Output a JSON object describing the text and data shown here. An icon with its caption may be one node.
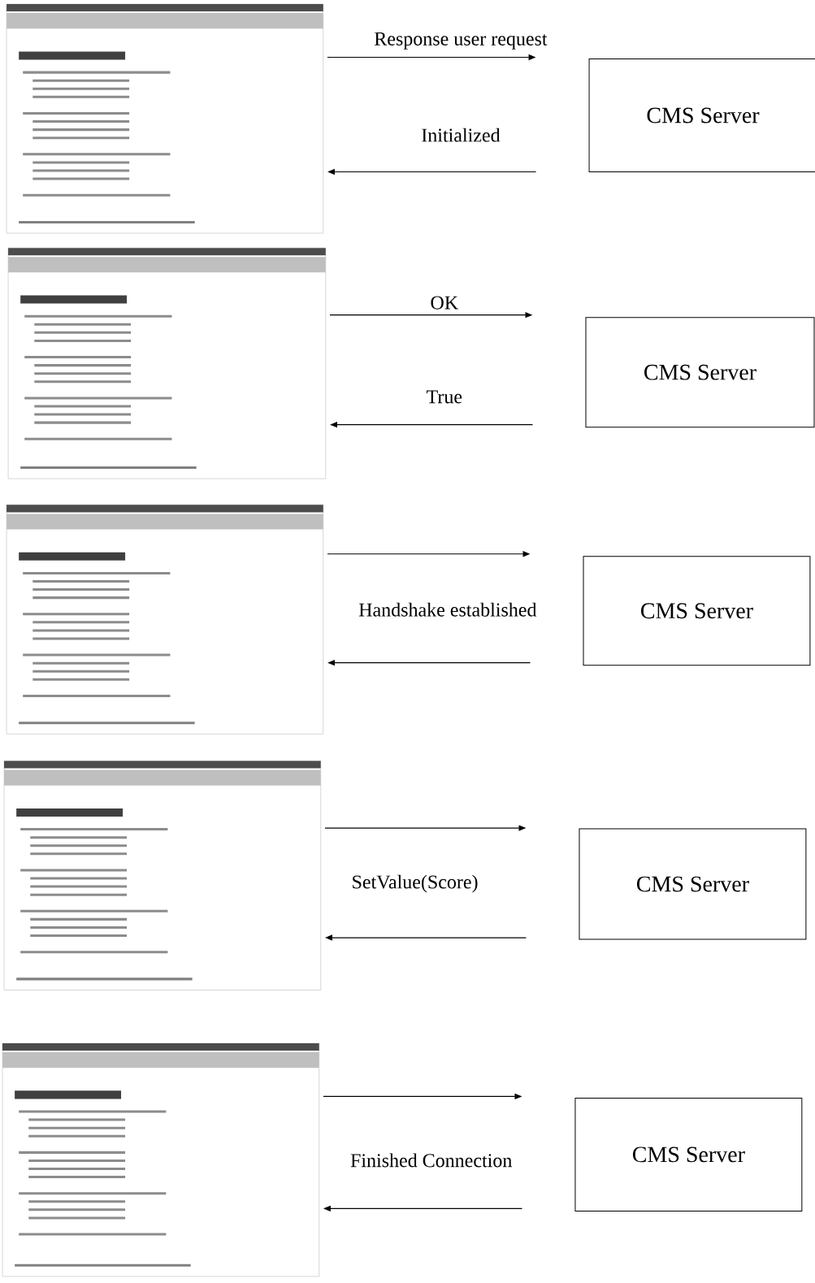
{
  "diagram": {
    "nodes": [
      {
        "text": [],
        "shape": "picture"
      },
      {
        "text": [],
        "shape": "picture"
      },
      {
        "text": [],
        "shape": "picture"
      },
      {
        "text": [],
        "shape": "picture"
      },
      {
        "text": [],
        "shape": "picture"
      },
      {
        "text": [
          "CMS Server"
        ]
      },
      {
        "text": [
          "CMS Server"
        ]
      },
      {
        "text": [
          "CMS Server"
        ]
      },
      {
        "text": [
          "CMS Server"
        ]
      },
      {
        "text": [
          "CMS Server"
        ]
      }
    ],
    "edges": [
      {
        "from": 0,
        "to": 5,
        "arrow": "to",
        "label": "Response user request"
      },
      {
        "from": 5,
        "to": 0,
        "arrow": "to",
        "label": "Initialized"
      },
      {
        "from": 1,
        "to": 6,
        "arrow": "to",
        "label": "OK"
      },
      {
        "from": 6,
        "to": 1,
        "arrow": "to",
        "label": "True"
      },
      {
        "from": 2,
        "to": 7,
        "arrow": "to"
      },
      {
        "from": 7,
        "to": 2,
        "arrow": "to"
      },
      {
        "from": 3,
        "to": 8,
        "arrow": "to"
      },
      {
        "from": 8,
        "to": 3,
        "arrow": "to"
      },
      {
        "from": 4,
        "to": 9,
        "arrow": "to"
      },
      {
        "from": 9,
        "to": 4,
        "arrow": "to"
      }
    ],
    "labels": [
      "Handshake established",
      "SetValue(Score)",
      "Finished Connection"
    ]
  }
}
